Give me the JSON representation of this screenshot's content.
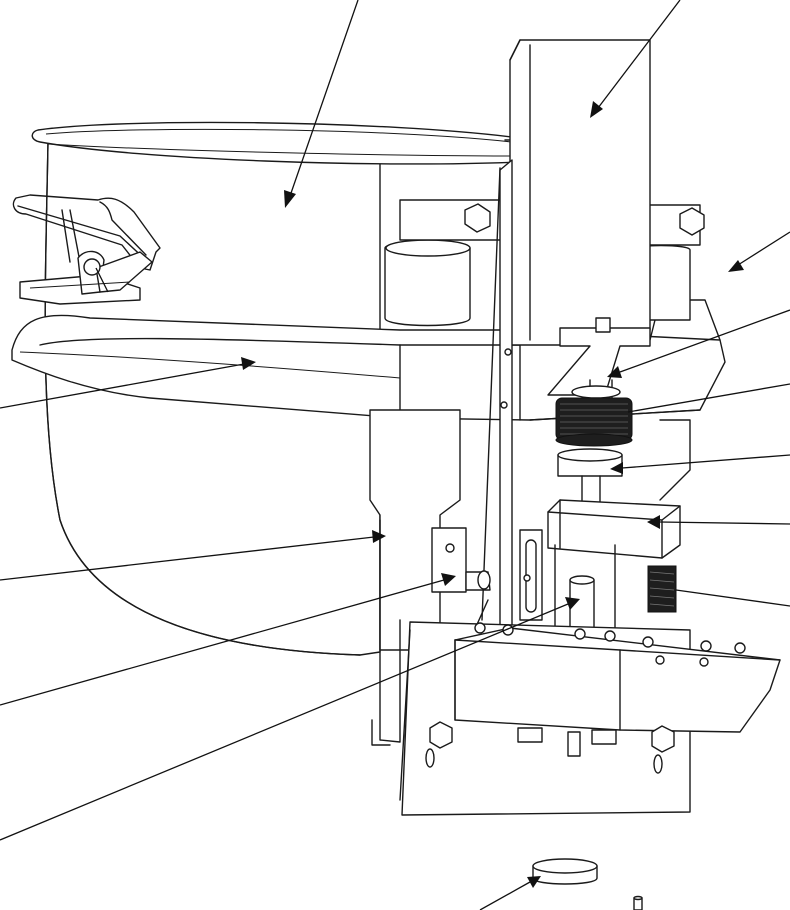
{
  "drawing": {
    "kind": "exploded technical line drawing of a bowl-lift mixer assembly",
    "printed_text": [],
    "line_color": "#1a1a1a",
    "background": "#ffffff",
    "component_names": [
      "mixing-bowl",
      "bowl-handle",
      "bowl-latch-clamp",
      "bowl-support-arm",
      "vertical-lift-guide",
      "bowl-lift-column",
      "lift-block",
      "bearing-bracket",
      "drive-pulley",
      "collar",
      "slide-block",
      "compression-spring",
      "clamp-screw",
      "lift-shaft",
      "base-plate",
      "mounting-bracket",
      "rubber-foot",
      "pin"
    ],
    "leader_count": 14
  }
}
